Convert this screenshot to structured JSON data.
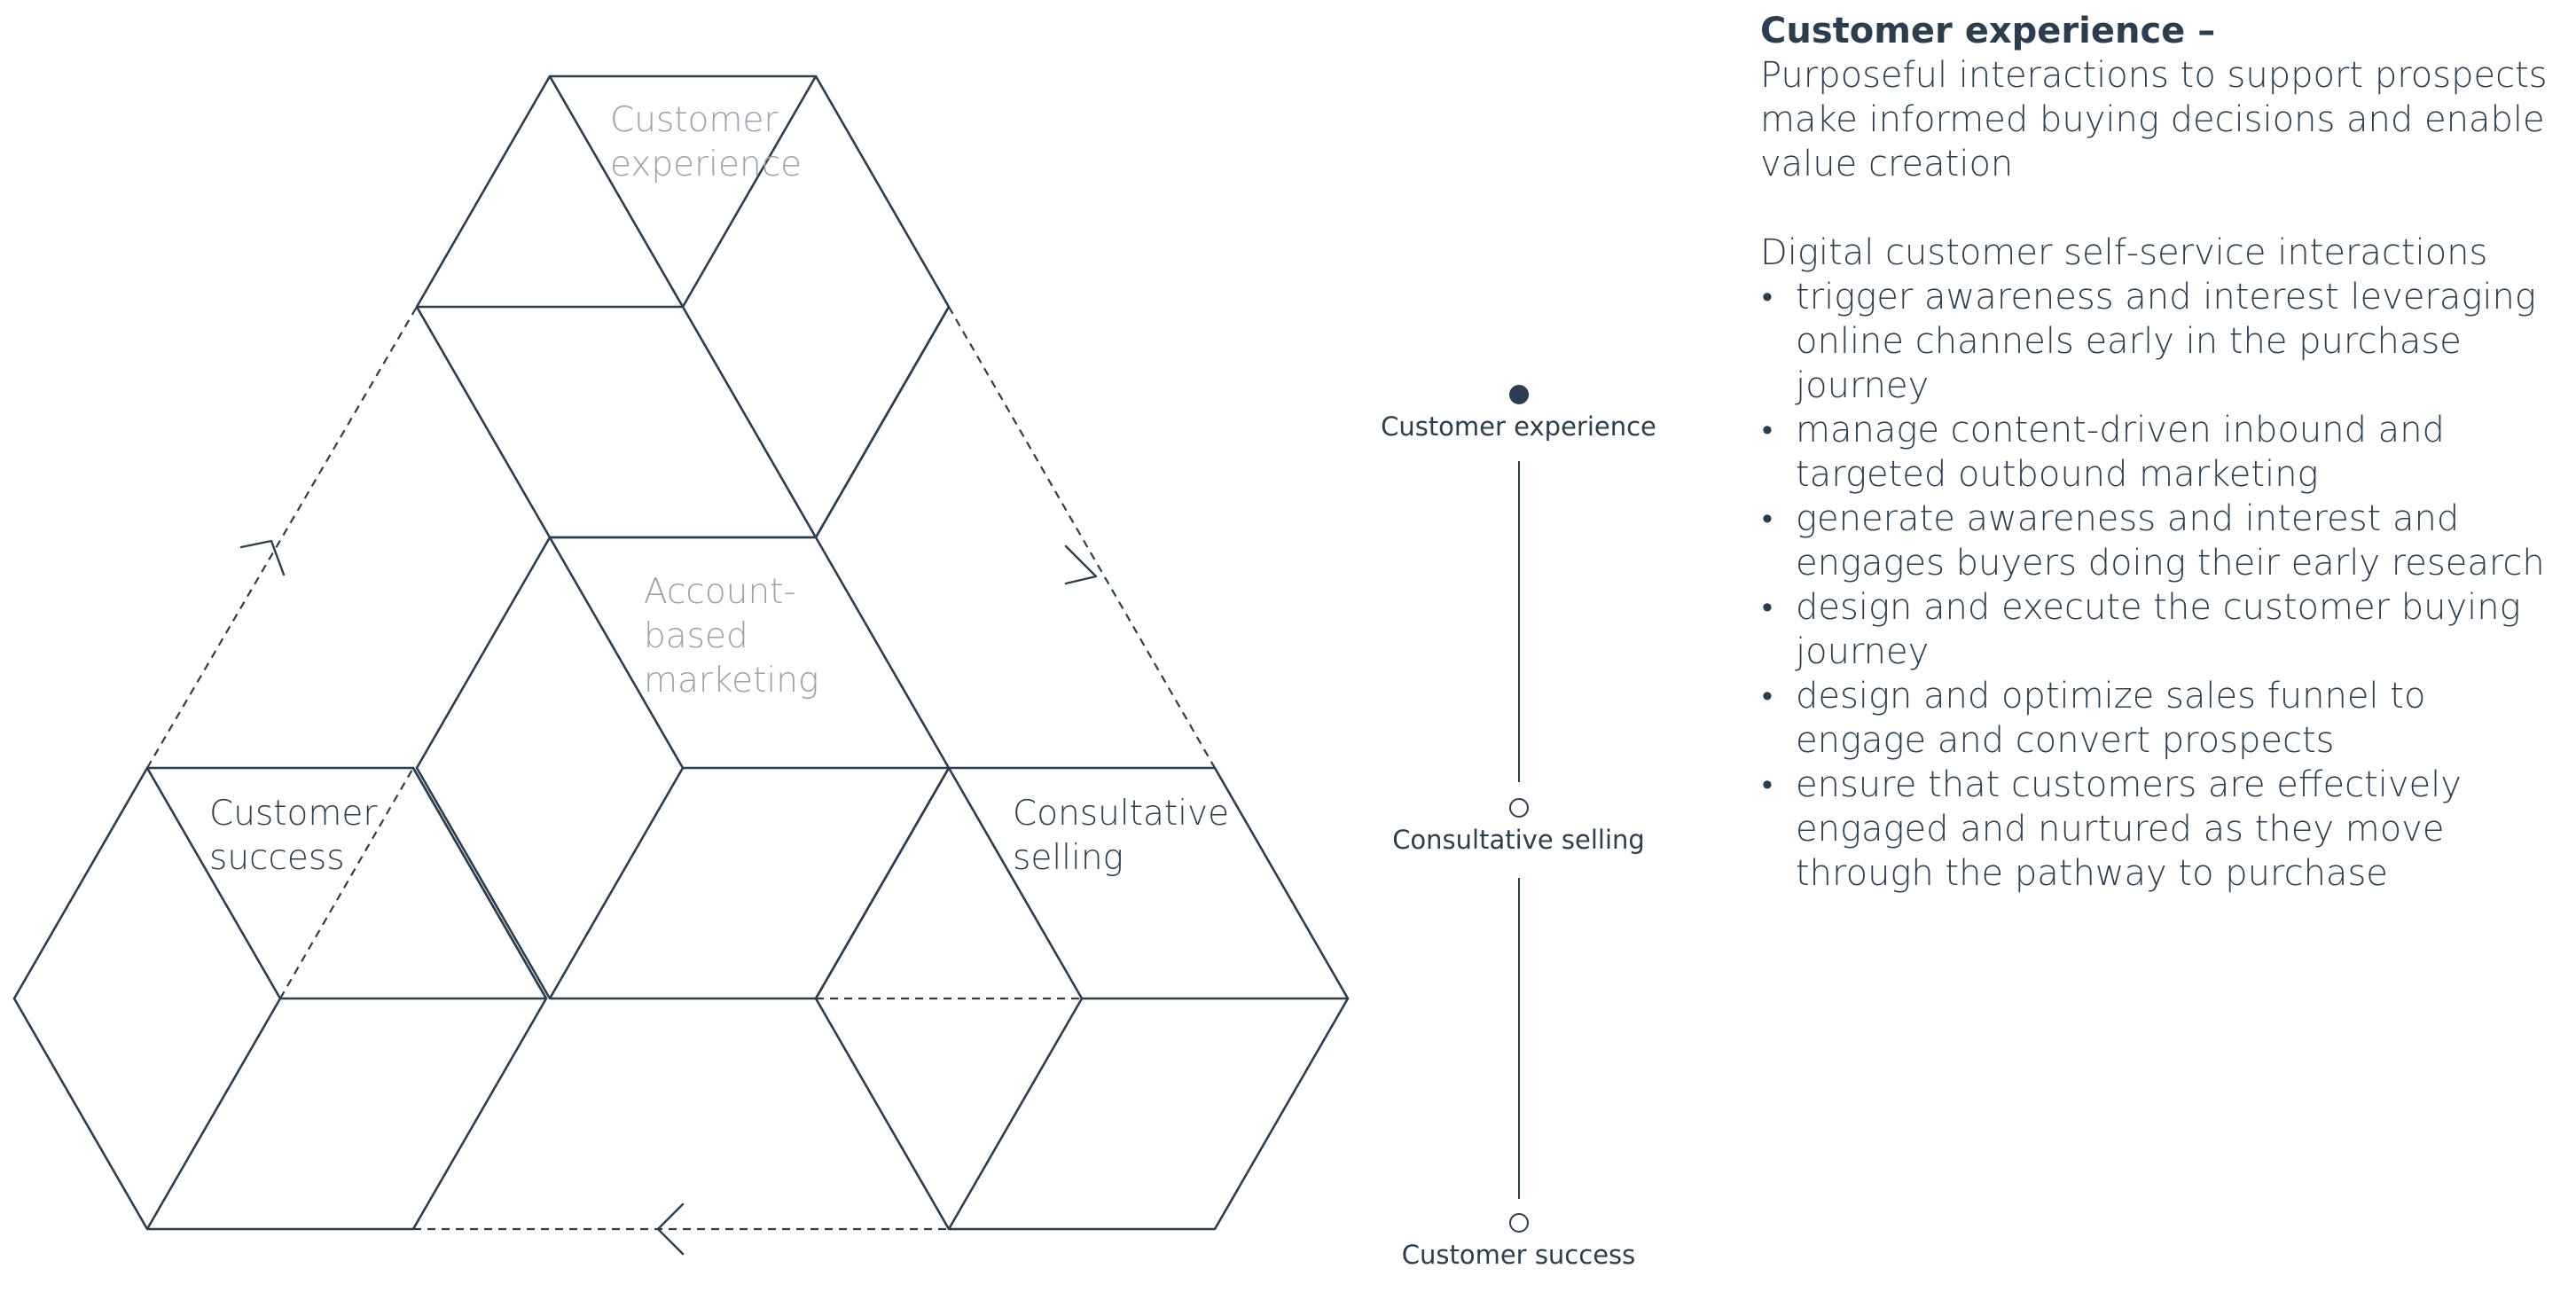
{
  "diagram": {
    "segments": [
      {
        "key": "customer_experience",
        "label_lines": [
          "Customer",
          "experience"
        ],
        "emphasis": "muted"
      },
      {
        "key": "account_based_marketing",
        "label_lines": [
          "Account-",
          "based",
          "marketing"
        ],
        "emphasis": "muted"
      },
      {
        "key": "customer_success",
        "label_lines": [
          "Customer",
          "success"
        ],
        "emphasis": "strong"
      },
      {
        "key": "consultative_selling",
        "label_lines": [
          "Consultative",
          "selling"
        ],
        "emphasis": "strong"
      }
    ],
    "flow": [
      "customer_success",
      "customer_experience",
      "consultative_selling",
      "customer_success"
    ]
  },
  "stepper": {
    "active_index": 0,
    "steps": [
      {
        "label": "Customer experience"
      },
      {
        "label": "Consultative selling"
      },
      {
        "label": "Customer success"
      }
    ]
  },
  "panel": {
    "title": "Customer experience –",
    "lead": "Purposeful interactions to support prospects make informed buying decisions and enable value creation",
    "subheading": "Digital customer self-service interactions",
    "bullets": [
      "trigger awareness and interest leveraging online channels early in the purchase journey",
      "manage content-driven inbound and targeted outbound marketing",
      "generate awareness and interest and engages buyers doing their early research",
      "design and execute the customer buying journey",
      "design and optimize sales funnel to engage and convert prospects",
      "ensure that customers are effectively engaged and nurtured as they move through the pathway to purchase"
    ]
  },
  "colors": {
    "ink": "#2b3e50",
    "muted": "#9aa3ab",
    "background": "#ffffff"
  }
}
